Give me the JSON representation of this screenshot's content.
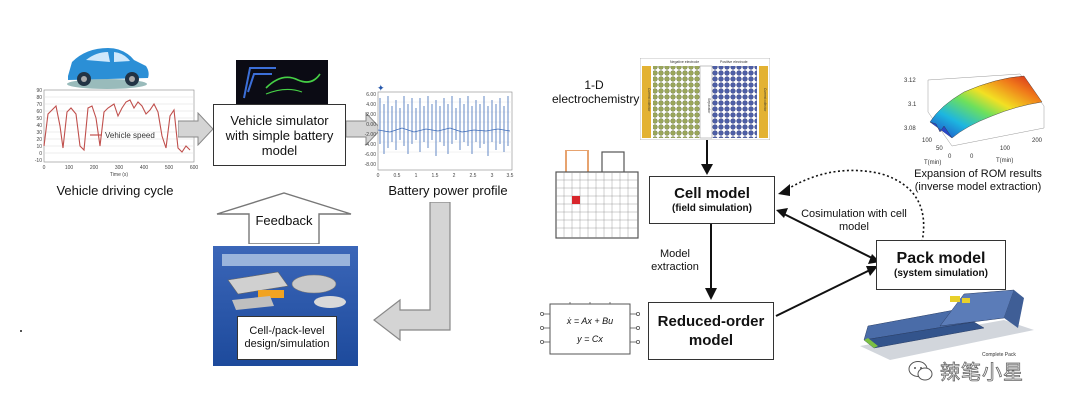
{
  "left": {
    "speed_chart": {
      "legend": "Vehicle speed",
      "xlabel": "Time (s)",
      "yticks": [
        "90",
        "80",
        "70",
        "60",
        "50",
        "40",
        "30",
        "20",
        "10",
        "0",
        "-10"
      ],
      "xticks": [
        "0",
        "100",
        "200",
        "300",
        "400",
        "500",
        "600"
      ]
    },
    "driving_cycle_label": "Vehicle driving cycle",
    "simulator_box": "Vehicle simulator with simple battery model",
    "power_chart": {
      "yticks": [
        "6.00",
        "4.00",
        "2.00",
        "0.00",
        "-2.00",
        "-4.00",
        "-6.00",
        "-8.00"
      ],
      "xticks": [
        "0",
        "0.5",
        "1",
        "1.5",
        "2",
        "2.5",
        "3",
        "3.5"
      ]
    },
    "power_profile_label": "Battery power profile",
    "feedback_label": "Feedback",
    "design_box": "Cell-/pack-level design/simulation"
  },
  "right": {
    "electrochem_label": "1-D electrochemistry",
    "cell_panel": {
      "negative": "Negative electrode",
      "separator": "Separator",
      "positive": "Positive electrode",
      "cu": "Current collector",
      "al": "Current collector"
    },
    "cell_model": {
      "title": "Cell model",
      "subtitle": "(field simulation)"
    },
    "model_extraction_label": "Model extraction",
    "rom": {
      "title": "Reduced-order model"
    },
    "state_space": {
      "eq1": "ẋ = Ax + Bu",
      "eq2": "y = Cx"
    },
    "cosim_label": "Cosimulation with cell model",
    "pack_model": {
      "title": "Pack model",
      "subtitle": "(system simulation)"
    },
    "surface_plot": {
      "zticks": [
        "3.12",
        "3.1",
        "3.08"
      ],
      "xlabel": "T(min)",
      "ylabel": "T(min)",
      "xticks": [
        "100",
        "50",
        "0"
      ],
      "yticks": [
        "0",
        "100",
        "200"
      ]
    },
    "rom_expansion_label": "Expansion of ROM results (inverse model extraction)",
    "pack_caption": "Complete Pack"
  },
  "watermark": "辣笔小星"
}
